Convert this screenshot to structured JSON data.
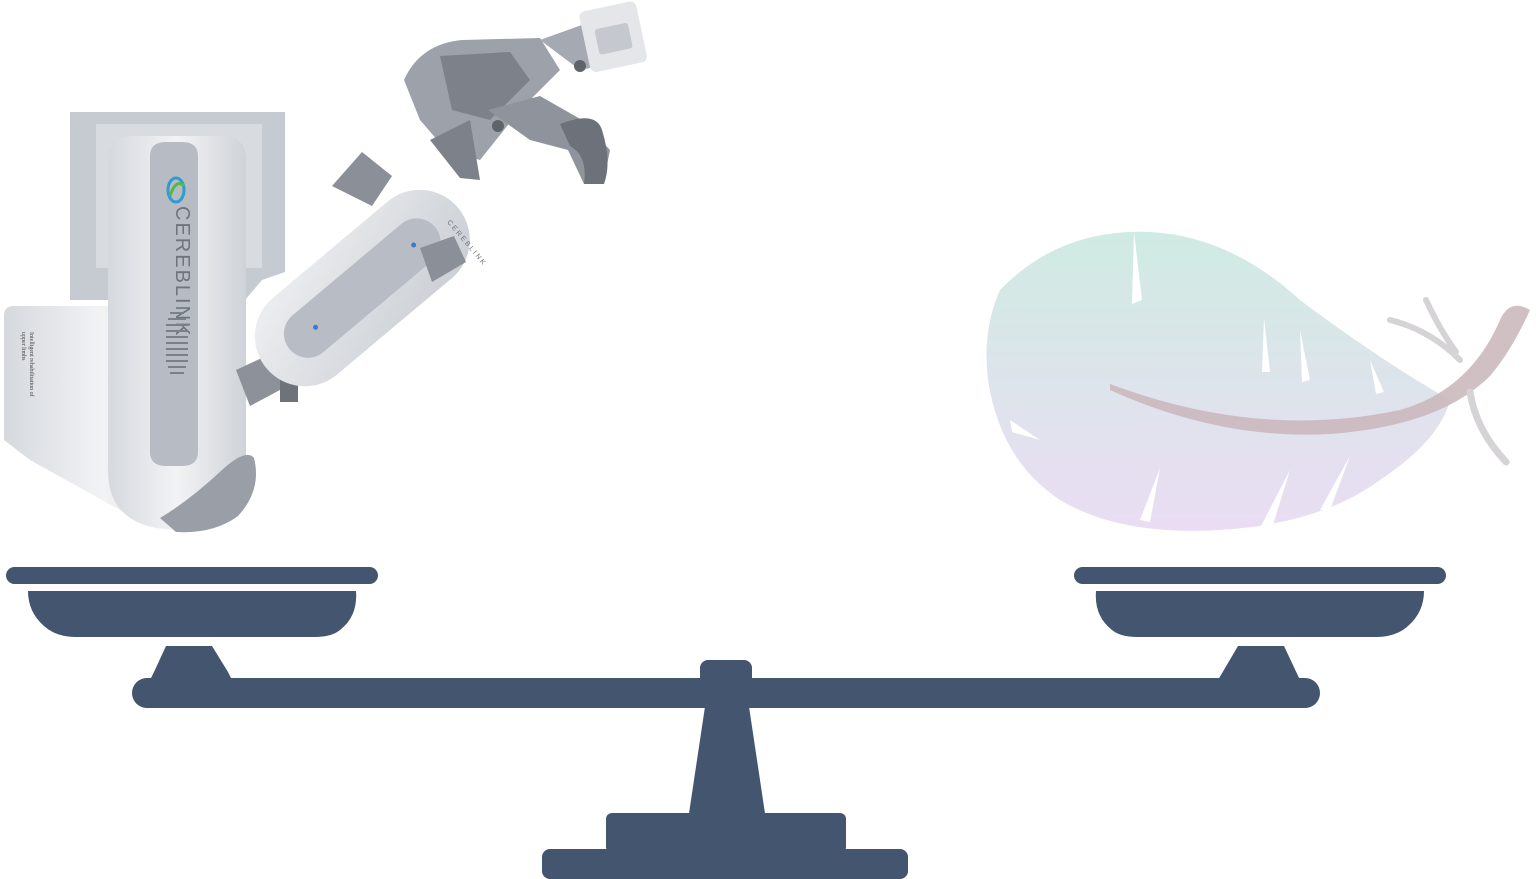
{
  "device": {
    "brand": "CEREBLINK",
    "arm_brand": "CEREBLINK",
    "caption_line1": "Intelligent rehabilitation of",
    "caption_line2": "upper limbs"
  },
  "colors": {
    "scale": "#44556f",
    "device_body": "#e3e6ea",
    "device_panel": "#b9bec6",
    "device_dark": "#8c9199",
    "feather_top": "#cfe9e2",
    "feather_bottom": "#e7d9f2",
    "quill": "#cdb9bd"
  }
}
